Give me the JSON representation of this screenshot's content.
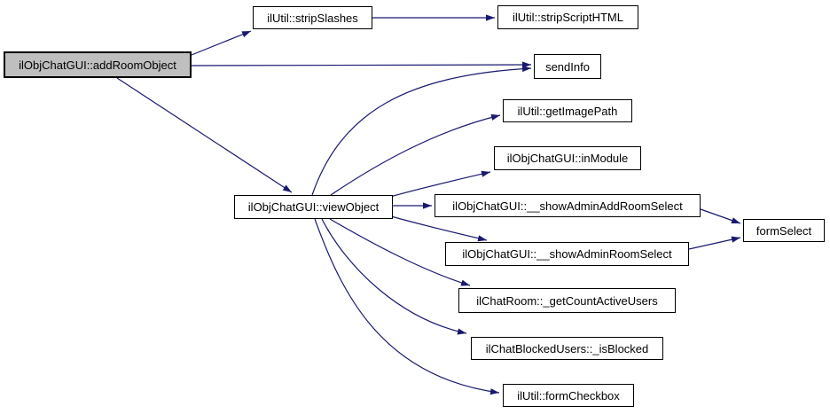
{
  "diagram": {
    "type": "call-graph",
    "background_color": "#ffffff",
    "edge_color": "#191970",
    "node_fill_color": "#ffffff",
    "node_border_color": "#000000",
    "highlighted_node_fill_color": "#bfbfbf",
    "text_color": "#000000"
  },
  "nodes": {
    "addRoomObject": {
      "label": "ilObjChatGUI::addRoomObject",
      "highlighted": true
    },
    "stripSlashes": {
      "label": "ilUtil::stripSlashes",
      "highlighted": false
    },
    "stripScriptHTML": {
      "label": "ilUtil::stripScriptHTML",
      "highlighted": false
    },
    "sendInfo": {
      "label": "sendInfo",
      "highlighted": false
    },
    "viewObject": {
      "label": "ilObjChatGUI::viewObject",
      "highlighted": false
    },
    "getImagePath": {
      "label": "ilUtil::getImagePath",
      "highlighted": false
    },
    "inModule": {
      "label": "ilObjChatGUI::inModule",
      "highlighted": false
    },
    "showAdminAddRoomSelect": {
      "label": "ilObjChatGUI::__showAdminAddRoomSelect",
      "highlighted": false
    },
    "showAdminRoomSelect": {
      "label": "ilObjChatGUI::__showAdminRoomSelect",
      "highlighted": false
    },
    "formSelect": {
      "label": "formSelect",
      "highlighted": false
    },
    "getCountActiveUsers": {
      "label": "ilChatRoom::_getCountActiveUsers",
      "highlighted": false
    },
    "isBlocked": {
      "label": "ilChatBlockedUsers::_isBlocked",
      "highlighted": false
    },
    "formCheckbox": {
      "label": "ilUtil::formCheckbox",
      "highlighted": false
    }
  },
  "edges": [
    {
      "from": "addRoomObject",
      "to": "stripSlashes"
    },
    {
      "from": "stripSlashes",
      "to": "stripScriptHTML"
    },
    {
      "from": "addRoomObject",
      "to": "sendInfo"
    },
    {
      "from": "addRoomObject",
      "to": "viewObject"
    },
    {
      "from": "viewObject",
      "to": "sendInfo"
    },
    {
      "from": "viewObject",
      "to": "getImagePath"
    },
    {
      "from": "viewObject",
      "to": "inModule"
    },
    {
      "from": "viewObject",
      "to": "showAdminAddRoomSelect"
    },
    {
      "from": "viewObject",
      "to": "showAdminRoomSelect"
    },
    {
      "from": "viewObject",
      "to": "getCountActiveUsers"
    },
    {
      "from": "viewObject",
      "to": "isBlocked"
    },
    {
      "from": "viewObject",
      "to": "formCheckbox"
    },
    {
      "from": "showAdminAddRoomSelect",
      "to": "formSelect"
    },
    {
      "from": "showAdminRoomSelect",
      "to": "formSelect"
    }
  ]
}
